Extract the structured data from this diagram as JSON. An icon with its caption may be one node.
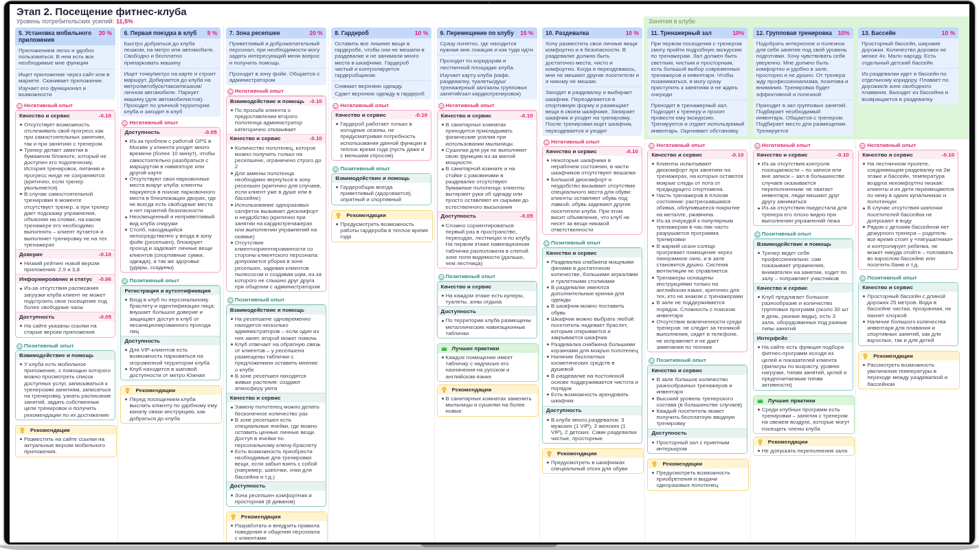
{
  "diagram": {
    "title": "Этап 2. Посещение фитнес-клуба",
    "labels": [
      "Уровень потребительских усилий:",
      "11,5%"
    ],
    "nodes": [
      {
        "text": [
          "Занятия в клубе"
        ]
      },
      {
        "text": [
          "5. Установка мобильного приложения",
          "20 %",
          "Приложением легко и удобно пользоваться. В нем есть все необходимые мне функции",
          "Ищет приложение через сайт или в маркете. Скачивает приложение.",
          "Изучает его функционал и возможности"
        ]
      },
      {
        "text": [
          "6. Первая поездка в клуб",
          "5 %",
          "Быстро добраться до клуба пешком, на метро или автомобиле. Свободно и бесплатно припарковать машину",
          "Ищет точку/метро на карте и строит маршрут. Добирается до клуба на метро/автобусе/такси/пешком/личном автомобиле. Паркует машину (для автомобилистов). Проходит по уличной территории клуба и заходит в клуб"
        ]
      },
      {
        "text": [
          "7. Зона ресепшен",
          "20 %",
          "Приветливый и доброжелательный персонал, при необходимости могу задать интересующий меня вопрос и получить помощь.",
          "Проходит в зону фойе. Общается с администратором"
        ]
      },
      {
        "text": [
          "8. Гардероб",
          "10 %",
          "Оставить все лишние вещи в гардеробе, чтобы они не мешали в раздевалке и не занимали много места в шкафчике. Гардероб чистый и контролируется гардеробщиком.",
          "Снимает верхнюю одежду.",
          "Сдает верхнюю одежду в гардероб"
        ]
      },
      {
        "text": [
          "9. Перемещение по клубу",
          "15 %",
          "Сразу понятно, где находится нужная мне локация и как туда идти",
          "Проходит по коридорам и лестничной площадке клуба.",
          "Изучает карту клуба (кафе, раздевалку, туалеты/душ/тренажерный зал/залы групповых занятий/зал кардиотренировок)"
        ]
      },
      {
        "text": [
          "10. Раздевалка",
          "10 %",
          "Хочу разместить свои личные вещи комфортно и в безопасности. В раздевалке должно быть достаточно места, чисто и комфортно. Когда я переодеваюсь, мне не мешают другие посетители и я никому не мешаю.",
          "Заходит в раздевалку и выбирает шкафчик. Переодевается в спортивную форму и размещает вещи в своем шкафчике. Запирает шкафчик и уходит на тренировку. После тренировки ищет шкафчик, переодевается и уходит"
        ]
      },
      {
        "text": [
          "11. Тренажерный зал",
          "10%",
          "При первом посещении с тренером смогу пройти подробную экскурсию по тренажерам. Зал должен быть светлым, чистым и просторным, есть большой выбор современных тренажеров и инвентаря. Чтобы позаниматься, я могу сразу приступить к занятиям и не ждать очереди",
          "Приходит в тренажерный зал. Подходит к тренеру и просит провести ему экскурсию. Тренируется и отдает используемый инвентарь. Оценивает обстановку"
        ],
        "in": 0
      },
      {
        "text": [
          "12. Групповая тренировка",
          "10%",
          "Подобрать интересное и полезное для себя занятие под свой уровень подготовки. Хочу чувствовать себя уверенно. Мне должно быть комфортно и удобно в зале, просторно и не душно. От тренера жду профессионализма, позитива и внимания. Тренировка будет эффективной и полезной",
          "Приходит в зал групповых занятий. Подбирает необходимый инвентарь. Общается с тренером. Подбирает место для размещения. Тренируется"
        ],
        "in": 0
      },
      {
        "text": [
          "13. Бассейн",
          "10 %",
          "Просторный бассейн, широкие дорожки. Количество дорожек не менее 4х. Мало народу. Есть отдельный детский бассейн.",
          "Из раздевалки идет в бассейн по отдельному коридору. Плавает по дорожке/в зоне свободного плавания. Выходит из бассейна и возвращается в раздевалку"
        ],
        "in": 0
      },
      {
        "text": [
          "Негативный опыт"
        ]
      },
      {
        "text": [
          "Качество и сервис",
          "-0.10",
          "Отсутствует возможность отслеживать свой прогресс как при самостоятельных занятиях, так и при занятиях с тренером.",
          "Тренер делает заметки в бумажном блокноте, который не доступен его подопечному. История тренировок, питания и прогресс нигде не сохраняются (критично, если тренер увольняется)",
          "В случае самостоятельной тренировки в моменте отсутствует тренер, а при тренер дает подсказку упражнения, объясняя на словах, на каком тренажере его необходимо выполнять – клиент путается и выполняет тренировку не на тех тренажерах"
        ],
        "in": 10
      },
      {
        "text": [
          "Доверие",
          "-0.10",
          "Низкий рейтинг новой версии приложения: 2,9 и 3,8"
        ],
        "in": 10
      },
      {
        "text": [
          "Информирование и статус",
          "-0.06",
          "Из-за отсутствия расписания загрузки клуба клиент не может подстроить свое посещение под более свободные часы"
        ],
        "in": 10
      },
      {
        "text": [
          "Доступность",
          "-0.05",
          "На сайте указаны ссылки на старые версии приложения"
        ],
        "in": 10
      },
      {
        "text": [
          "Негативный опыт",
          "Доступность",
          "-0.05",
          "Из-за проблем с работой GPS в Москве у клиента уходит много времени (более 10 минут), чтобы самостоятельно разобраться с маршрутом в навигаторе или другой карте",
          "Отсутствуют свои парковочные места вокруг клуба: клиенты паркуются в поиске парковочного места в близлежащих дворах, где не всегда есть свободные места и нет гарантий безопасности",
          "Неосвещенный и неприветливый вид клуба снаружи",
          "Столб, находящийся непосредственно у входа в зону фойе (ресепшен), блокирует проход и задевает личные вещи клиентов (спортивные сумки, одежда), а так же здоровье (удары, ссадины)"
        ]
      },
      {
        "text": [
          "Негативный опыт"
        ]
      },
      {
        "text": [
          "Взаимодействие и помощь",
          "-0.10",
          "По просьбе клиента о предоставлении второго полотенца администратор категорично отказывает"
        ],
        "in": 16
      },
      {
        "text": [
          "Качество и сервис",
          "-0.10",
          "Количество полотенец, которое можно получить только на ресепшене, ограничено строго до 2",
          "Для замены полотенца необходимо вернуться в зону ресепшен (критично для случаев, если клиент уже в душе или в бассейне)",
          "Использование одноразовых салфеток вызывает дискомфорт и неудобство (критично при занятии на кардиотренажерах или выполнении упражнений на скамье)",
          "Отсутствие клиентоориентированности со стороны клиентского персонала: допускается уборка в зоне ресепшен, задевая клиентов пылесосом и создавая шум, из-за которого не слышно друг друга при общении с администратором"
        ],
        "in": 16
      },
      {
        "text": [
          "Негативный опыт",
          "Качество и сервис",
          "-0.10",
          "Гардероб работает только в холодные сезоны, не предусматривая потребность использования данной функции в теплое время года (пусть даже и с меньшим спросом)"
        ]
      },
      {
        "text": [
          "Негативный опыт"
        ]
      },
      {
        "text": [
          "Качество и сервис",
          "-0.10",
          "В санитарных комнатах приходится прикладывать физические усилия при использовании мыльницы.",
          "Сушилки для рук не выполняют свою функцию из-за малой мощности.",
          "В санитарной комнате и на стойке с раковинами в раздевалке отсутствуют бумажные полотенца: клиенты вытирают руки об одежду или просто оставляют их сырыми до естественного высыхания"
        ],
        "in": 20
      },
      {
        "text": [
          "Доступность",
          "-0.05",
          "Сложно сориентироваться первый раз в пространстве, переходах, лестницах и по клубу. На первом этаже навигационная табличка расположена в слепой зоне поля видимости (дальше, чем лестница)"
        ],
        "in": 20
      },
      {
        "text": [
          "Негативный опыт",
          "Качество и сервис",
          "-0.10",
          "Некоторые шкафчики в нерабочем состоянии, в части шкафчиков отсутствуют вешалки",
          "Большой дискомфорт и неудобство вызывает отсутствие специального места для обуви: клиенты оставляют обувь под лавкой, обувь задевают другие посетители клуба. При этом висит объявление, что клуб не несет за вещи никакой ответственности"
        ]
      },
      {
        "text": [
          "Негативный опыт",
          "Качество и сервис",
          "-0.10",
          "Клиенты испытывают дискомфорт при занятиях на тренажерах, на которых остаются мокрые следы от пота от предыдущего спортсмена.",
          "Часть тренажеров в плохом состоянии: растрескавшаяся обивка, облупившееся покрытие на металле, ржавчина.",
          "Из-за очередей к популярным тренажерам в час-пик часто разрушается программа тренировки",
          "В жаркий сезон солнце прогревает помещение через панорамное окно, и в зале становится душно. Система вентиляции не справляется.",
          "Тренажеры оснащены инструкциями только на английском языке, критично для тех, кто не знаком с тренажерами",
          "В зале не поддерживается порядок. Сложность с поиском инвентаря",
          "Отсутствие вовлеченности среди тренеров: не следит за техникой выполнения, сидит в телефоне, не исправляет и не дает замечания по технике"
        ]
      },
      {
        "text": [
          "Негативный опыт",
          "Качество и сервис",
          "-0.10",
          "Из-за отсутствия контроля посещаемости – по записи или вне записи – зал в большинстве случаев оказывается переполненным: не хватает инвентаря, люди мешают друг другу заниматься",
          "Из-за отсутствия пьедестала для тренера его плохо видно при выполнении упражнений лежа"
        ]
      },
      {
        "text": [
          "Негативный опыт",
          "Качество и сервис",
          "-0.10",
          "На лестничном пролете, соединяющем раздевалку на 2м этаже и бассейн, температура воздуха некомфортно низкая: клиенты и их дети перемещаются по нему в одних купальниках и полотенцах",
          "В случае отсутствия шапочки посетителей бассейна не допускают в воду",
          "Рядом с детским бассейном нет дежурного тренера – родитель все время стоит у «лягушатника» и контролирует ребенка, не может никуда отойти – поплавать во взрослом бассейне или посетить баню и т.д."
        ]
      },
      {
        "text": [
          "Позитивный опыт",
          "Взаимодействие и помощь",
          "У клуба есть мобильное приложение, с помощью которого можно просмотреть список доступных услуг, записываться к тренерским занятиям, записаться на тренировку, узнать расписание занятий, задать собственные цели тренировок и получить рекомендации по их достижению"
        ]
      },
      {
        "text": [
          "Позитивный опыт"
        ]
      },
      {
        "text": [
          "Регистрация и аутентификация",
          "Вход в клуб по персональному браслету и идентификации лица: внушает большое доверие и защищает доступ в клуб от несанкционированного прохода лиц"
        ],
        "in": 28
      },
      {
        "text": [
          "Доступность",
          "Для VIP-клиентов есть возможность парковаться на огороженной территории клуба",
          "Клуб находится в шаговой доступности от метро Южная"
        ],
        "in": 28
      },
      {
        "text": [
          "Позитивный опыт"
        ]
      },
      {
        "text": [
          "Взаимодействие и помощь",
          "На ресепшене одновременно находятся несколько администраторов – если один из них занят, второй может помочь",
          "Клуб отвечает на обратную связь от клиентов – у ресепшена размещены таблички с предложением оставить мнение о клубе",
          "В зоне ресепшен находятся живые растения: создают атмосферу уюта"
        ],
        "in": 31
      },
      {
        "text": [
          "Качество и сервис",
          "Замену полотенец можно делать бесконечное количество раз",
          "В зоне ресепшен есть специальные ячейки, где можно оставить ценные личные вещи. Доступ в ячейки по персональному ключу-браслету",
          "Есть возможность приобрести необходимые для тренировки вещи, если забыл взять с собой (например, шапочки, очки для бассейна и т.д.)"
        ],
        "in": 31
      },
      {
        "text": [
          "Доступность",
          "Зона ресепшен комфортная и просторная (8 диванов)"
        ],
        "in": 31
      },
      {
        "text": [
          "Позитивный опыт",
          "Взаимодействие и помощь",
          "Гардеробщик всегда приветливый (здоровается), опрятный и спортивный"
        ]
      },
      {
        "text": [
          "Позитивный опыт"
        ]
      },
      {
        "text": [
          "Качество и сервис",
          "На каждом этаже есть кулеры, туалеты, зоны отдыха"
        ],
        "in": 36
      },
      {
        "text": [
          "Доступность",
          "По территории клуба размещены металлические навигационные таблички"
        ],
        "in": 36
      },
      {
        "text": [
          "Позитивный опыт"
        ]
      },
      {
        "text": [
          "Качество и сервис",
          "Раздевалка снабжена мощными фенами в достаточном количестве, большими зеркалами и туалетными столиками",
          "В раздевалке имеются дополнительные крючки для одежды",
          "В шкафчик можно поставить обувь",
          "Шкафчик можно выбрать любой: посетитель надевает браслет, которым открывается и закрывается шкафчик",
          "Раздевалка снабжена большими корзинами для мокрых полотенец",
          "Наличие бесплатных косметических средств в душевой",
          "В раздевалке на постоянной основе поддерживается чистота и порядок",
          "Есть возможность арендовать шкафчик"
        ],
        "in": 39
      },
      {
        "text": [
          "Доступность",
          "В клубе много раздевалок: 3 мужских (1 VIP), 3 женских (1 VIP), 2 детских. Сами раздевалки чистые, просторные"
        ],
        "in": 39
      },
      {
        "text": [
          "Позитивный опыт"
        ]
      },
      {
        "text": [
          "Качество и сервис",
          "В зале большое количество разнообразных тренажеров и инвентаря",
          "Высокий уровень тренерского состава (в большинстве случаев)",
          "Каждый посетитель может получить бесплатную вводную тренировку"
        ],
        "in": 42
      },
      {
        "text": [
          "Доступность",
          "Просторный зал с приятным интерьером"
        ],
        "in": 42
      },
      {
        "text": [
          "Позитивный опыт"
        ]
      },
      {
        "text": [
          "Взаимодействие и помощь",
          "Тренер ведет себя профессионально: сам показывает упражнения, внимателен на занятии, ходит по залу – поправляет участников"
        ],
        "in": 45
      },
      {
        "text": [
          "Качество и сервис",
          "Клуб предлагает большое разнообразие и количество групповых программ (около 30 шт в день, разные виды), есть 3 зала, оборудованных под разные типы занятий"
        ],
        "in": 45
      },
      {
        "text": [
          "Интерфейс",
          "На сайте есть функция подбора фитнес-программ исходя из целей и показателей клиента (фильтры по возрасту, уровню нагрузки, типам занятий, целей и предпочитаемым типам активности)"
        ],
        "in": 45
      },
      {
        "text": [
          "Позитивный опыт",
          "Качество и сервис",
          "Просторный бассейн с длиной дорожек 25 метров. Вода в бассейне чистая, прозрачная, не пахнет хлоркой",
          "Наличие большого количества инвентаря для плавания и спортивных занятий, как для взрослых, так и для детей"
        ]
      },
      {
        "text": [
          "Лучшие практики",
          "Каждое помещение имеет табличку с надписью его назначения на русском и английском языке"
        ]
      },
      {
        "text": [
          "Лучшие практики",
          "Среди клубных программ есть тренировки – занятия с тренером на свежем воздухе, которые могут посещать члены клуба"
        ]
      },
      {
        "text": [
          "Рекомендации",
          "Разместить на сайте ссылки на актуальные версии мобильного приложения."
        ]
      },
      {
        "text": [
          "Рекомендации",
          "Перед посещением клуба выслать клиенту по удобному ему каналу связи инструкцию, как добраться до клуба"
        ]
      },
      {
        "text": [
          "Рекомендации",
          "Разработать и внедрить правила поведения и общения персонала с клиентами"
        ]
      },
      {
        "text": [
          "Рекомендации",
          "Предусмотреть возможность работы гардероба в теплое время года"
        ]
      },
      {
        "text": [
          "Рекомендации",
          "В санитарных комнатах заменить мыльницы и сушилки на более новые"
        ]
      },
      {
        "text": [
          "Рекомендации",
          "Предусмотреть в шкафчиках специальный отсек для обуви"
        ]
      },
      {
        "text": [
          "Рекомендации",
          "Предусмотреть возможность приобретения и выдачи одноразовых полотенец"
        ]
      },
      {
        "text": [
          "Рекомендации",
          "Не допускать переполнения зала"
        ]
      },
      {
        "text": [
          "Рекомендации",
          "Рассмотреть возможность увеличения температуры в переходе между раздевалкой и бассейном"
        ]
      }
    ]
  }
}
